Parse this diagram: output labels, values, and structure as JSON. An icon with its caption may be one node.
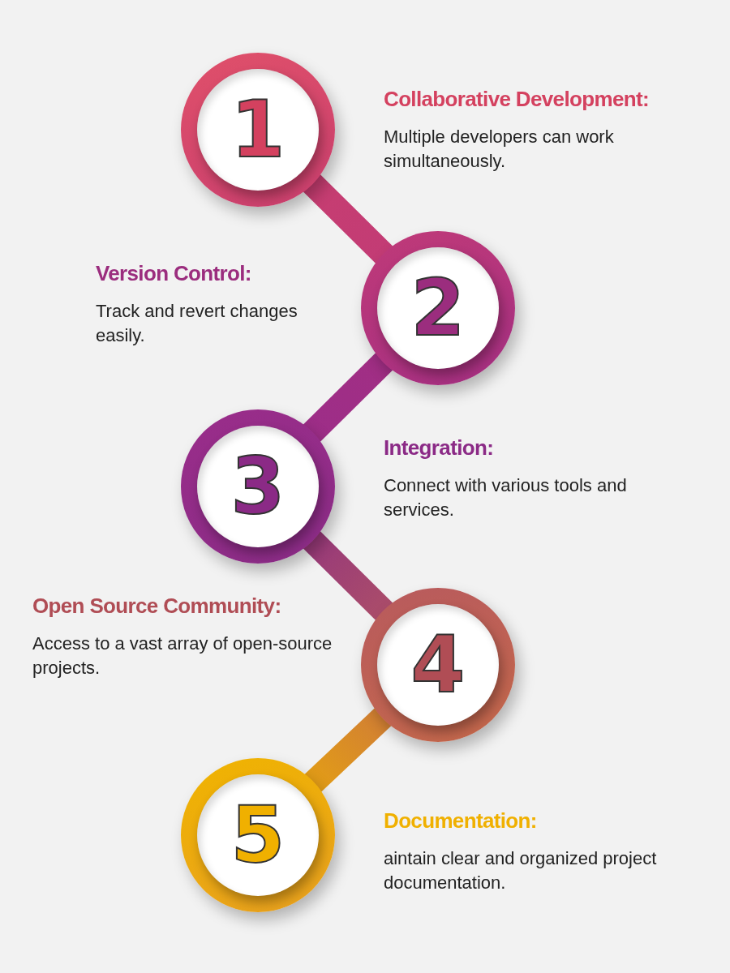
{
  "diagram": {
    "nodes": [
      {
        "text": [
          "1"
        ],
        "beside": [
          "Collaborative Development:",
          "Multiple developers can work simultaneously."
        ]
      },
      {
        "text": [
          "2"
        ],
        "beside": [
          "Version Control:",
          "Track and revert changes easily."
        ]
      },
      {
        "text": [
          "3"
        ],
        "beside": [
          "Integration:",
          "Connect with various tools and services."
        ]
      },
      {
        "text": [
          "4"
        ],
        "beside": [
          "Open Source Community:",
          "Access to a vast array of open-source projects."
        ]
      },
      {
        "text": [
          "5"
        ],
        "beside": [
          "Documentation:",
          "aintain clear and organized project documentation."
        ]
      }
    ],
    "edges": [
      {
        "from": 0,
        "to": 1,
        "arrow": "none",
        "style": "thick"
      },
      {
        "from": 1,
        "to": 2,
        "arrow": "none",
        "style": "thick"
      },
      {
        "from": 2,
        "to": 3,
        "arrow": "none",
        "style": "thick"
      },
      {
        "from": 3,
        "to": 4,
        "arrow": "none",
        "style": "thick"
      }
    ]
  }
}
